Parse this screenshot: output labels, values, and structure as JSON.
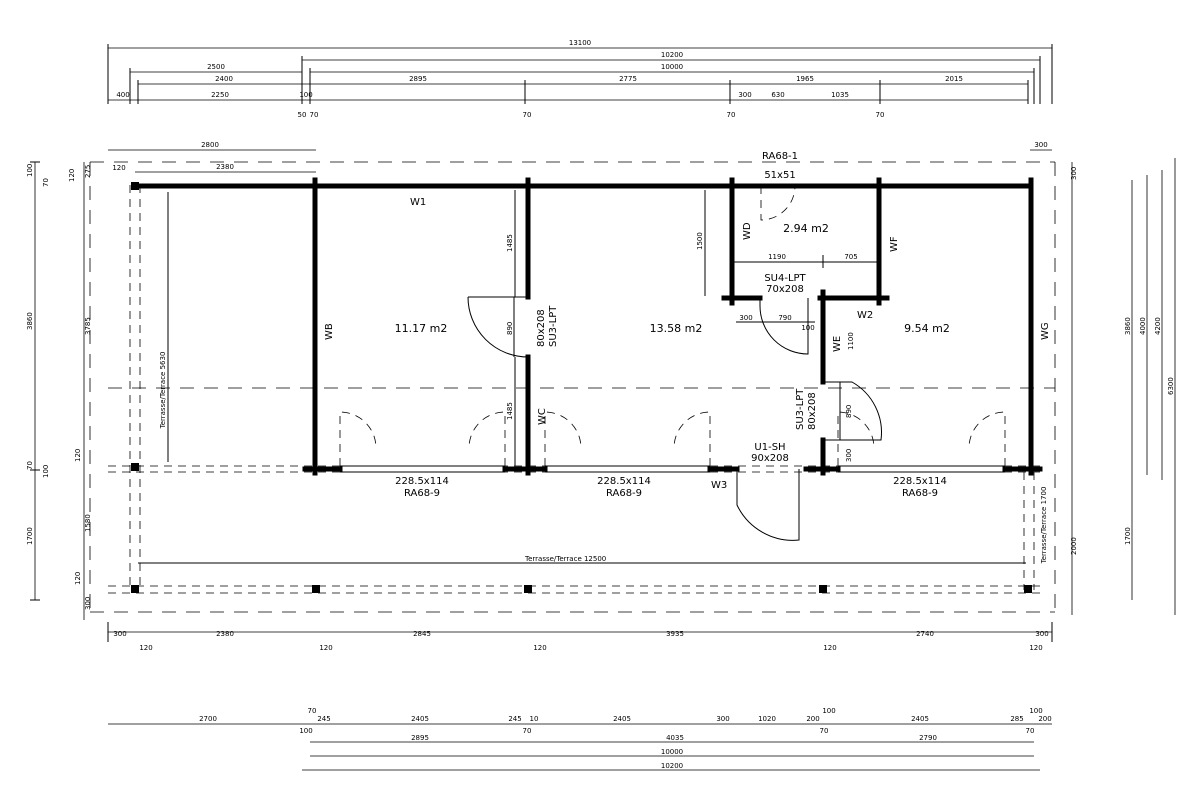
{
  "top_dims": {
    "total": "13100",
    "overall_a": "10200",
    "overall_b": "10000",
    "left_a": "2500",
    "left_b": "2400",
    "seg_2895": "2895",
    "seg_2775": "2775",
    "seg_1965": "1965",
    "seg_2015": "2015",
    "d400": "400",
    "d2250": "2250",
    "d100": "100",
    "d300": "300",
    "d630": "630",
    "d1035": "1035",
    "d50": "50",
    "d70": "70"
  },
  "plan": {
    "roof_label": "RA68-1",
    "d2800": "2800",
    "d2380": "2380",
    "d120": "120",
    "d300": "300",
    "window_top": "51x51",
    "area_bath": "2.94 m2",
    "d1190": "1190",
    "d705": "705",
    "door_su4_name": "SU4-LPT",
    "door_su4_size": "70x208",
    "d1500": "1500",
    "d1485": "1485",
    "door_su3a_size": "80x208",
    "door_su3a_name": "SU3-LPT",
    "d890": "890",
    "area_left": "11.17 m2",
    "area_mid": "13.58 m2",
    "area_right": "9.54 m2",
    "d790": "790",
    "d100": "100",
    "d1100": "1100",
    "door_su3b_name": "SU3-LPT",
    "door_su3b_size": "80x208",
    "door_u1_name": "U1-SH",
    "door_u1_size": "90x208",
    "win_size": "228.5x114",
    "win_name": "RA68-9",
    "terrace_side": "Terrasse/Terrace 5630",
    "terrace_front": "Terrasse/Terrace 12500",
    "terrace_right": "Terrasse/Terrace 1700",
    "wall_labels": [
      "W1",
      "WB",
      "WC",
      "WD",
      "WF",
      "W2",
      "WE",
      "WG",
      "W3"
    ]
  },
  "left_dims": {
    "d100": "100",
    "d70": "70",
    "d3860": "3860",
    "d1700": "1700",
    "d275": "275",
    "d120": "120",
    "d3785": "3785",
    "d1580": "1580",
    "d300": "300"
  },
  "right_dims": {
    "d300": "300",
    "d3860": "3860",
    "d4000": "4000",
    "d4200": "4200",
    "d6300": "6300",
    "d2000": "2000",
    "d1700": "1700"
  },
  "bottom_dims": {
    "d300": "300",
    "d2380": "2380",
    "d2845": "2845",
    "d3935": "3935",
    "d2740": "2740",
    "d120": "120",
    "d70": "70",
    "d100": "100",
    "d2700": "2700",
    "d245": "245",
    "d2405": "2405",
    "d10": "10",
    "d1020": "1020",
    "d200": "200",
    "d285": "285",
    "d2895": "2895",
    "d4035": "4035",
    "d2790": "2790",
    "d10000": "10000",
    "d10200": "10200"
  }
}
